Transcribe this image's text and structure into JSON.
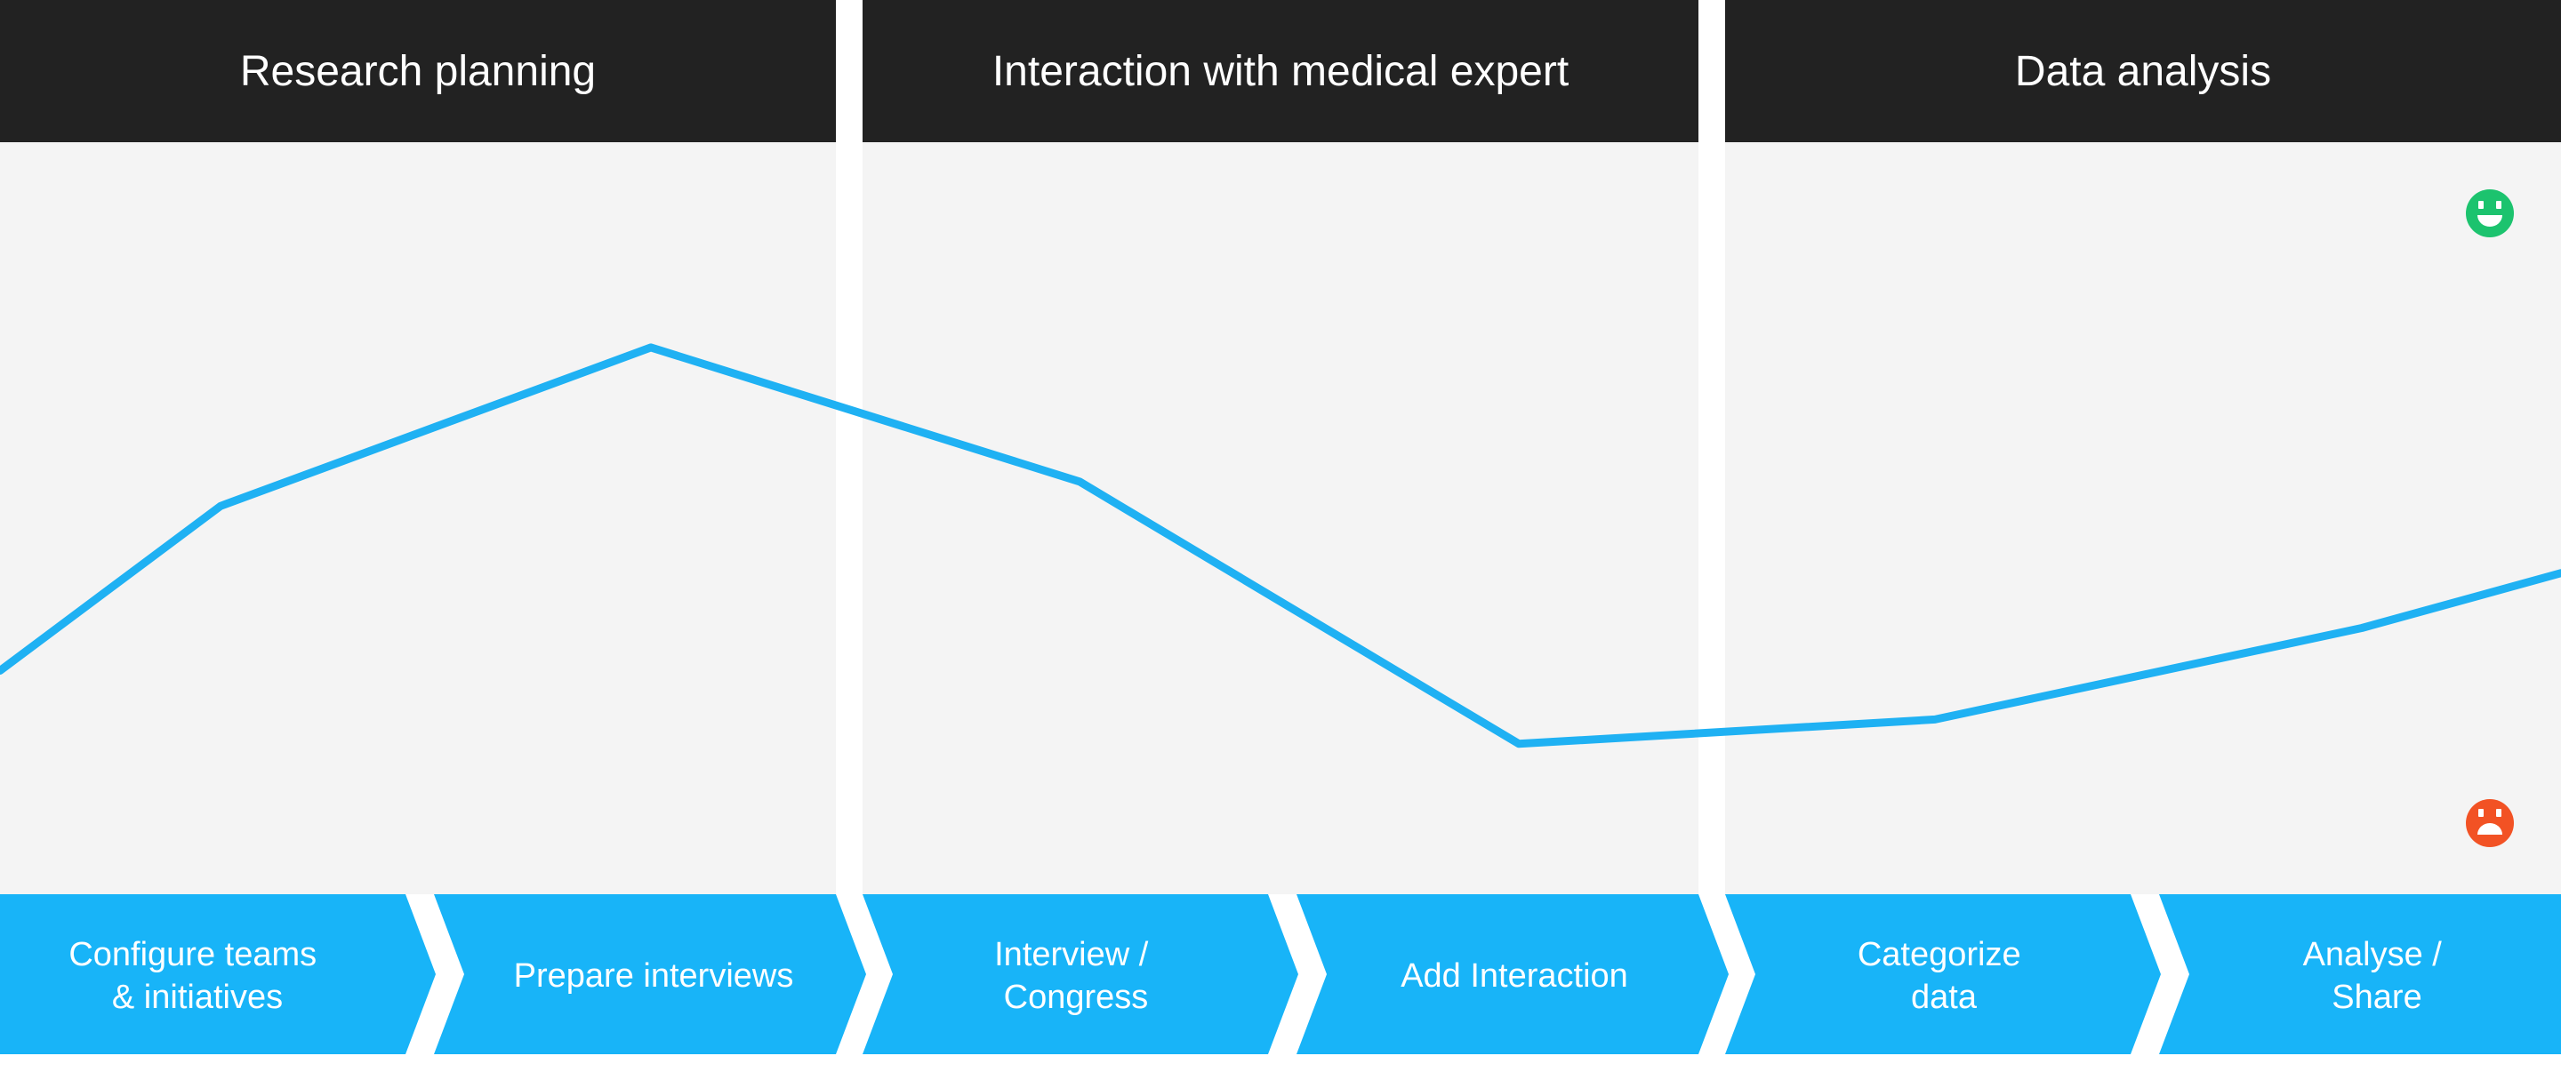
{
  "phases": [
    {
      "title": "Research planning"
    },
    {
      "title": "Interaction with medical expert"
    },
    {
      "title": "Data analysis"
    }
  ],
  "steps": [
    {
      "lines": [
        "Configure teams",
        "& initiatives"
      ]
    },
    {
      "lines": [
        "Prepare interviews"
      ]
    },
    {
      "lines": [
        "Interview /",
        "Congress"
      ]
    },
    {
      "lines": [
        "Add Interaction"
      ]
    },
    {
      "lines": [
        "Categorize",
        "data"
      ]
    },
    {
      "lines": [
        "Analyse /",
        "Share"
      ]
    }
  ],
  "emotion_scale": {
    "top_icon": "happy-face-icon",
    "bottom_icon": "sad-face-icon"
  },
  "experience_curve": {
    "range": [
      0,
      1
    ],
    "points": [
      0.25,
      0.52,
      0.78,
      0.56,
      0.13,
      0.17,
      0.32,
      0.41
    ]
  },
  "colors": {
    "header_bg": "#222222",
    "panel_bg": "#f4f4f4",
    "step_bg": "#18b4f8",
    "line": "#1fb1f3",
    "positive": "#1cc36e",
    "negative": "#f25224"
  }
}
